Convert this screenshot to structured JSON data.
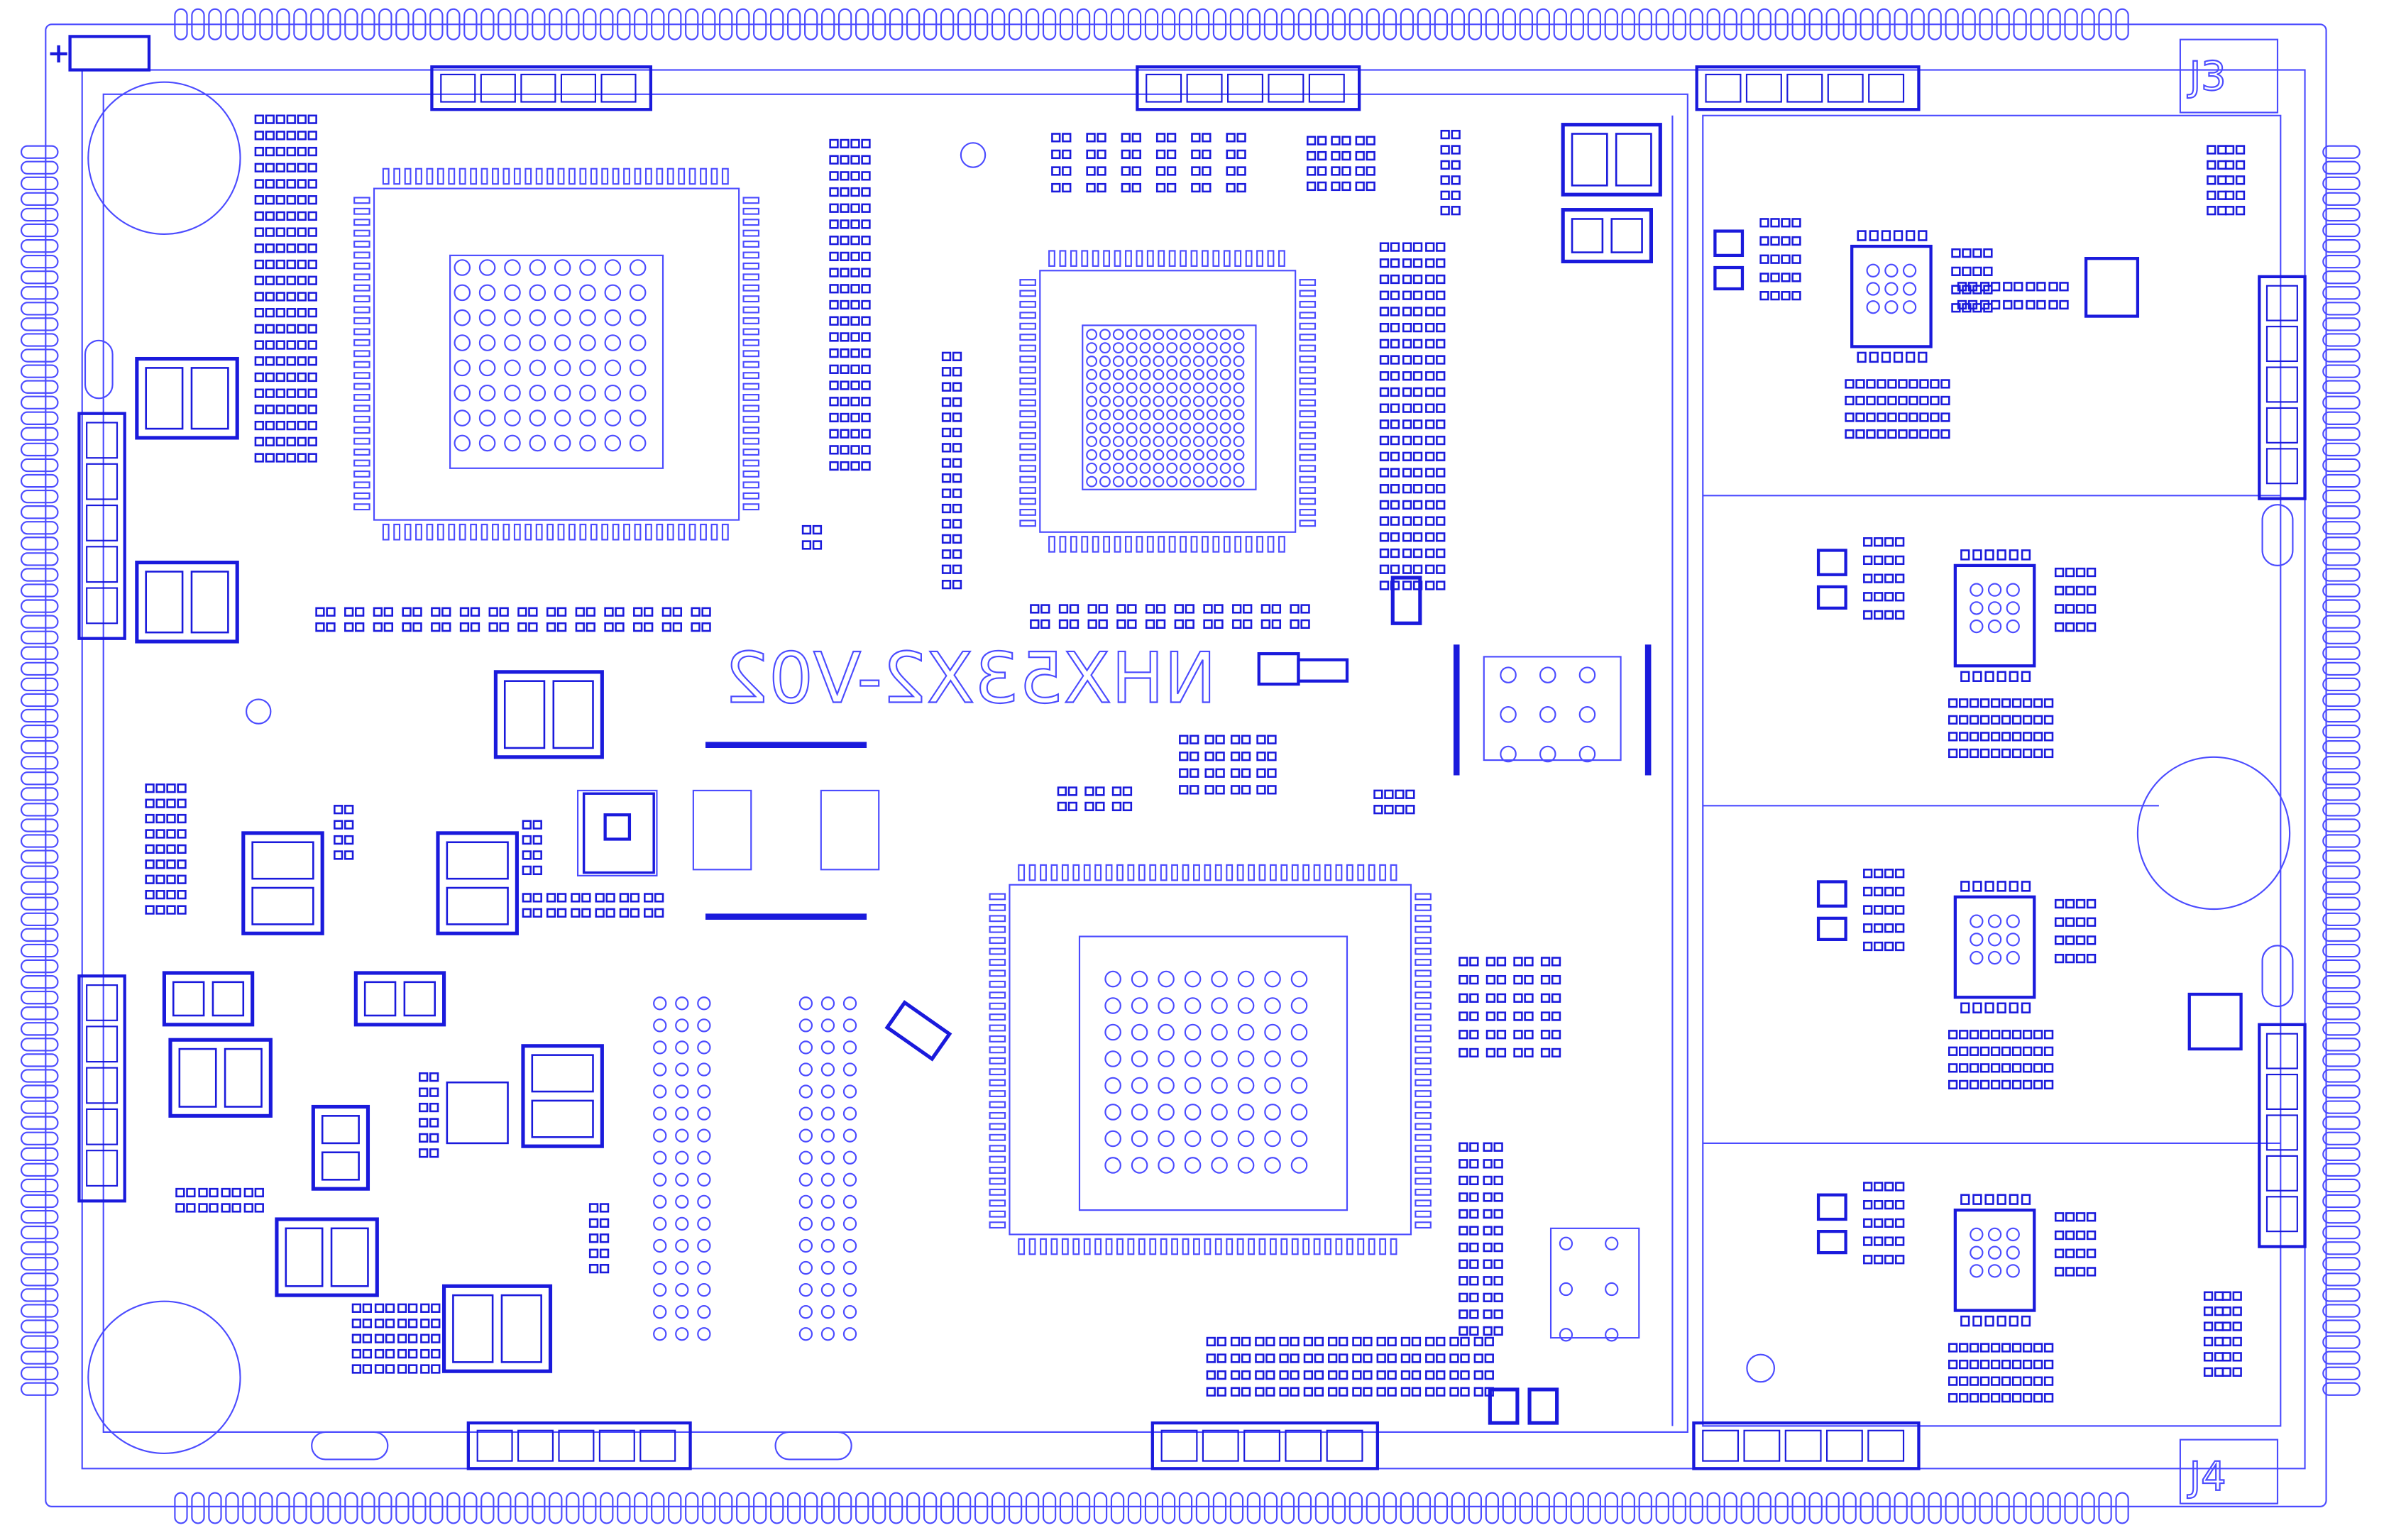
{
  "board": {
    "silkscreen_label": "NHX53X2-V02",
    "label_mirrored": true,
    "designators": [
      "J3",
      "J4"
    ],
    "pin1_marker": "+"
  },
  "colors": {
    "background": "#ffffff",
    "outline": "#4b4bff",
    "pad": "#1a1adc",
    "pad_light": "#6a6aff"
  },
  "layer": {
    "name": "top-silk-and-pads",
    "view": "pcb-layout"
  }
}
